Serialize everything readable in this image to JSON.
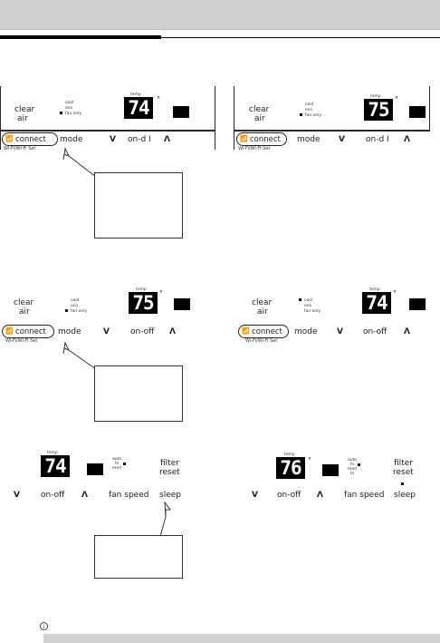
{
  "labels": {
    "clear": "clear",
    "air": "air",
    "connect": "connect",
    "mode": "mode",
    "down": "V",
    "onoff": "on-off",
    "onoff_alt": "on-d I",
    "up": "Λ",
    "fan_speed": "fan speed",
    "sleep": "sleep",
    "filter": "filter",
    "reset": "reset",
    "temp": "temp",
    "deg": "°",
    "mode_lines": [
      "cool",
      "eco",
      "fan only"
    ],
    "mode_lines_p3": [
      "cool",
      "eco",
      "fan only"
    ],
    "fan_lines": [
      "auto",
      "hi",
      "med",
      "lo"
    ],
    "wifi_sub": "Wi-Fi/Wi-Fi Set"
  },
  "panels": {
    "p1": {
      "temp": "74"
    },
    "p2": {
      "temp": "75"
    },
    "p3": {
      "temp": "75"
    },
    "p4": {
      "temp": "74"
    },
    "p5": {
      "temp": "74"
    },
    "p6": {
      "temp": "76"
    }
  },
  "colors": {
    "header_band": "#cdced0",
    "display_bg": "#000000"
  }
}
